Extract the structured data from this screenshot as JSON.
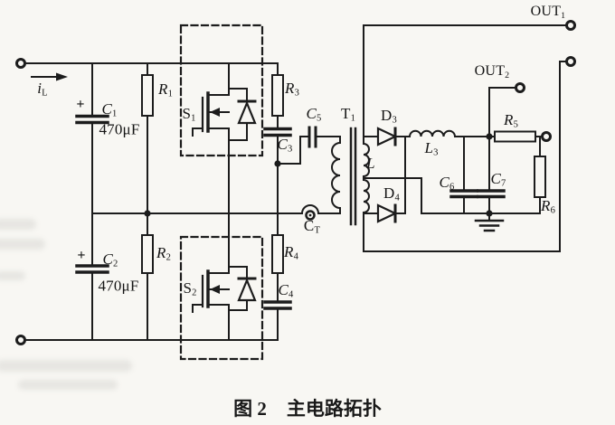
{
  "figure": {
    "caption_prefix": "图 2",
    "caption_title": "主电路拓扑"
  },
  "colors": {
    "ink": "#1c1c1c",
    "paper": "#f8f7f3"
  },
  "labels": {
    "il": {
      "base": "i",
      "sub": "L"
    },
    "c1": {
      "base": "C",
      "sub": "1"
    },
    "c2": {
      "base": "C",
      "sub": "2"
    },
    "c3": {
      "base": "C",
      "sub": "3"
    },
    "c4": {
      "base": "C",
      "sub": "4"
    },
    "c5": {
      "base": "C",
      "sub": "5"
    },
    "c6": {
      "base": "C",
      "sub": "6"
    },
    "c7": {
      "base": "C",
      "sub": "7"
    },
    "ct": {
      "base": "C",
      "sub": "T"
    },
    "r1": {
      "base": "R",
      "sub": "1"
    },
    "r2": {
      "base": "R",
      "sub": "2"
    },
    "r3": {
      "base": "R",
      "sub": "3"
    },
    "r4": {
      "base": "R",
      "sub": "4"
    },
    "r5": {
      "base": "R",
      "sub": "5"
    },
    "r6": {
      "base": "R",
      "sub": "6"
    },
    "s1": {
      "base": "S",
      "sub": "1"
    },
    "s2": {
      "base": "S",
      "sub": "2"
    },
    "d3": {
      "base": "D",
      "sub": "3"
    },
    "d4": {
      "base": "D",
      "sub": "4"
    },
    "t1": {
      "base": "T",
      "sub": "1"
    },
    "l": {
      "base": "L",
      "sub": ""
    },
    "l3": {
      "base": "L",
      "sub": "3"
    },
    "out1": {
      "base": "OUT",
      "sub": "1"
    },
    "out2": {
      "base": "OUT",
      "sub": "2"
    },
    "c1_value": "470μF",
    "c2_value": "470μF",
    "c1_polarity": "+",
    "c2_polarity": "+"
  }
}
